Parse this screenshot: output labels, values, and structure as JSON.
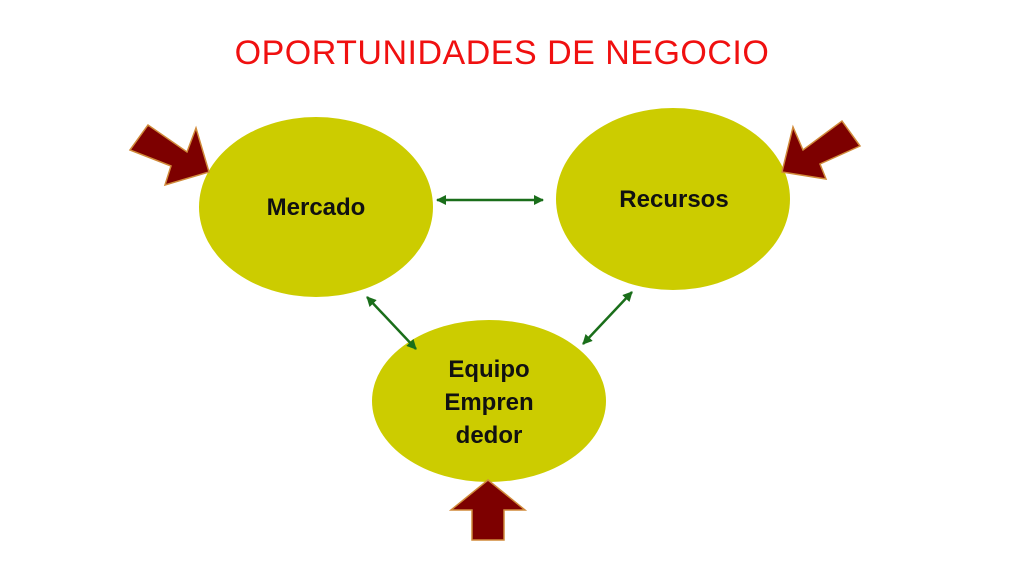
{
  "title": "OPORTUNIDADES DE NEGOCIO",
  "nodes": {
    "mercado": {
      "label": "Mercado"
    },
    "recursos": {
      "label": "Recursos"
    },
    "equipo": {
      "lines": [
        "Equipo",
        "Empren",
        "dedor"
      ]
    }
  },
  "colors": {
    "title": "#f01010",
    "node_fill": "#cccc00",
    "connector": "#1a6e1a",
    "input_arrow_fill": "#7d0000",
    "input_arrow_stroke": "#d08a3a"
  }
}
